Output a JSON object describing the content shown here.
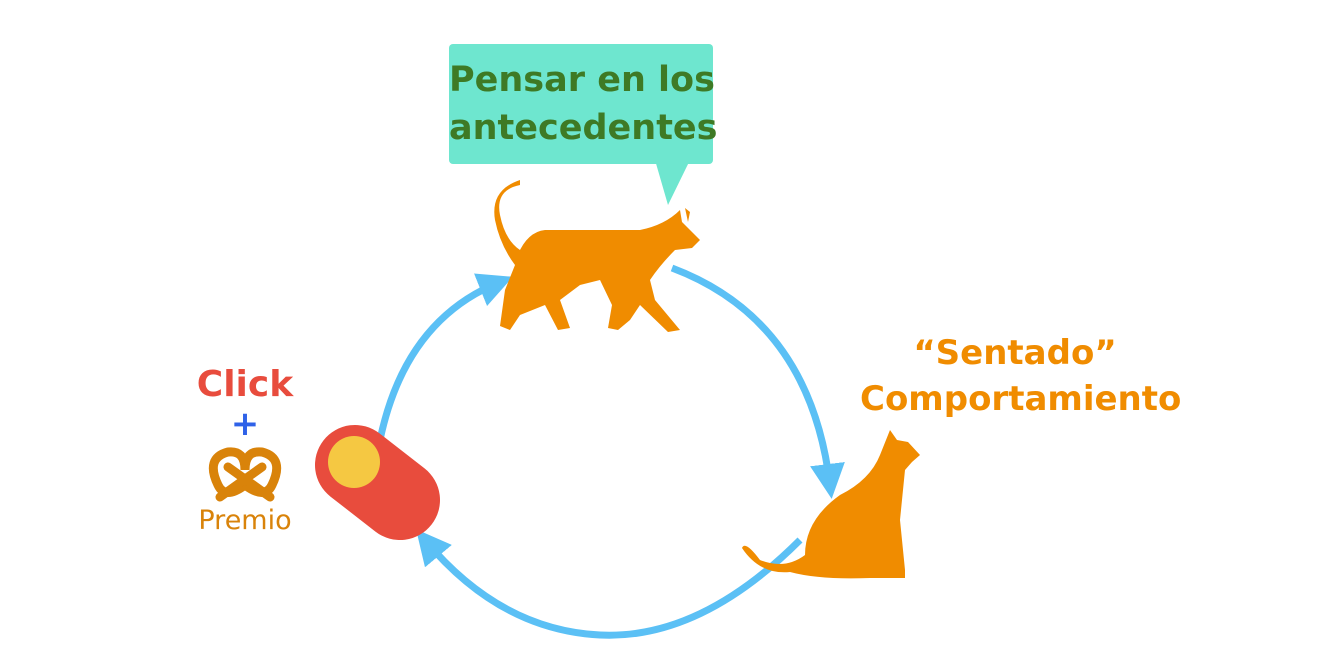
{
  "bubble": {
    "line1": "Pensar en los",
    "line2": "antecedentes"
  },
  "reward": {
    "click": "Click",
    "plus": "+",
    "premio": "Premio"
  },
  "behavior": {
    "line1": "“Sentado”",
    "line2": "Comportamiento"
  },
  "colors": {
    "arrow": "#5bc0f5",
    "cat": "#f08c00",
    "clicker_body": "#e84c3d",
    "clicker_button": "#f5c842",
    "bubble": "#6ee6cf",
    "bubble_text": "#3e7a25",
    "pretzel": "#d9830a"
  }
}
